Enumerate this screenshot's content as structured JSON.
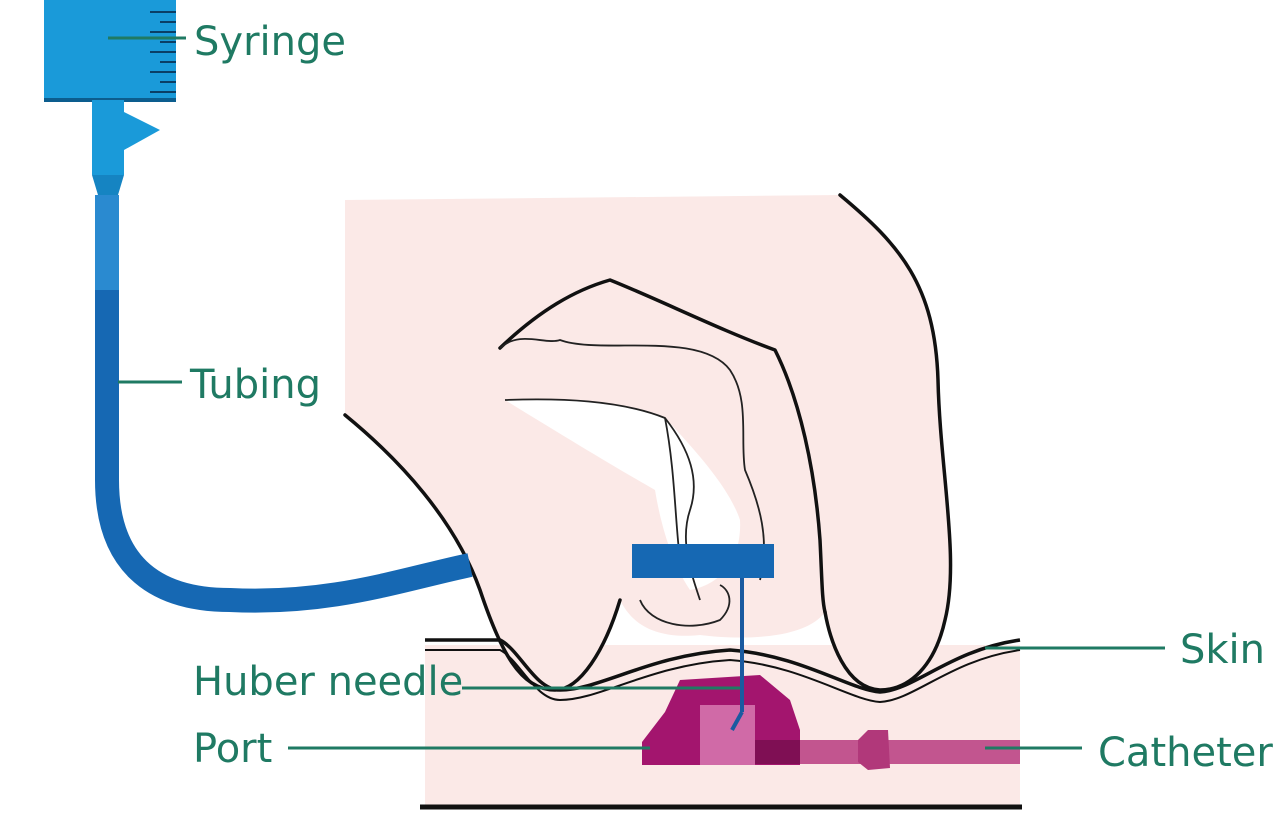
{
  "labels": {
    "syringe": "Syringe",
    "tubing": "Tubing",
    "skin": "Skin",
    "huber_needle": "Huber needle",
    "port": "Port",
    "catheter": "Catheter"
  },
  "colors": {
    "label_text": "#1f7a63",
    "syringe_blue": "#1a9ad9",
    "tubing_blue": "#1668b3",
    "skin_pink": "#fbe9e7",
    "port_magenta": "#a3156e",
    "catheter_pink": "#c2558f",
    "outline": "#111111"
  }
}
